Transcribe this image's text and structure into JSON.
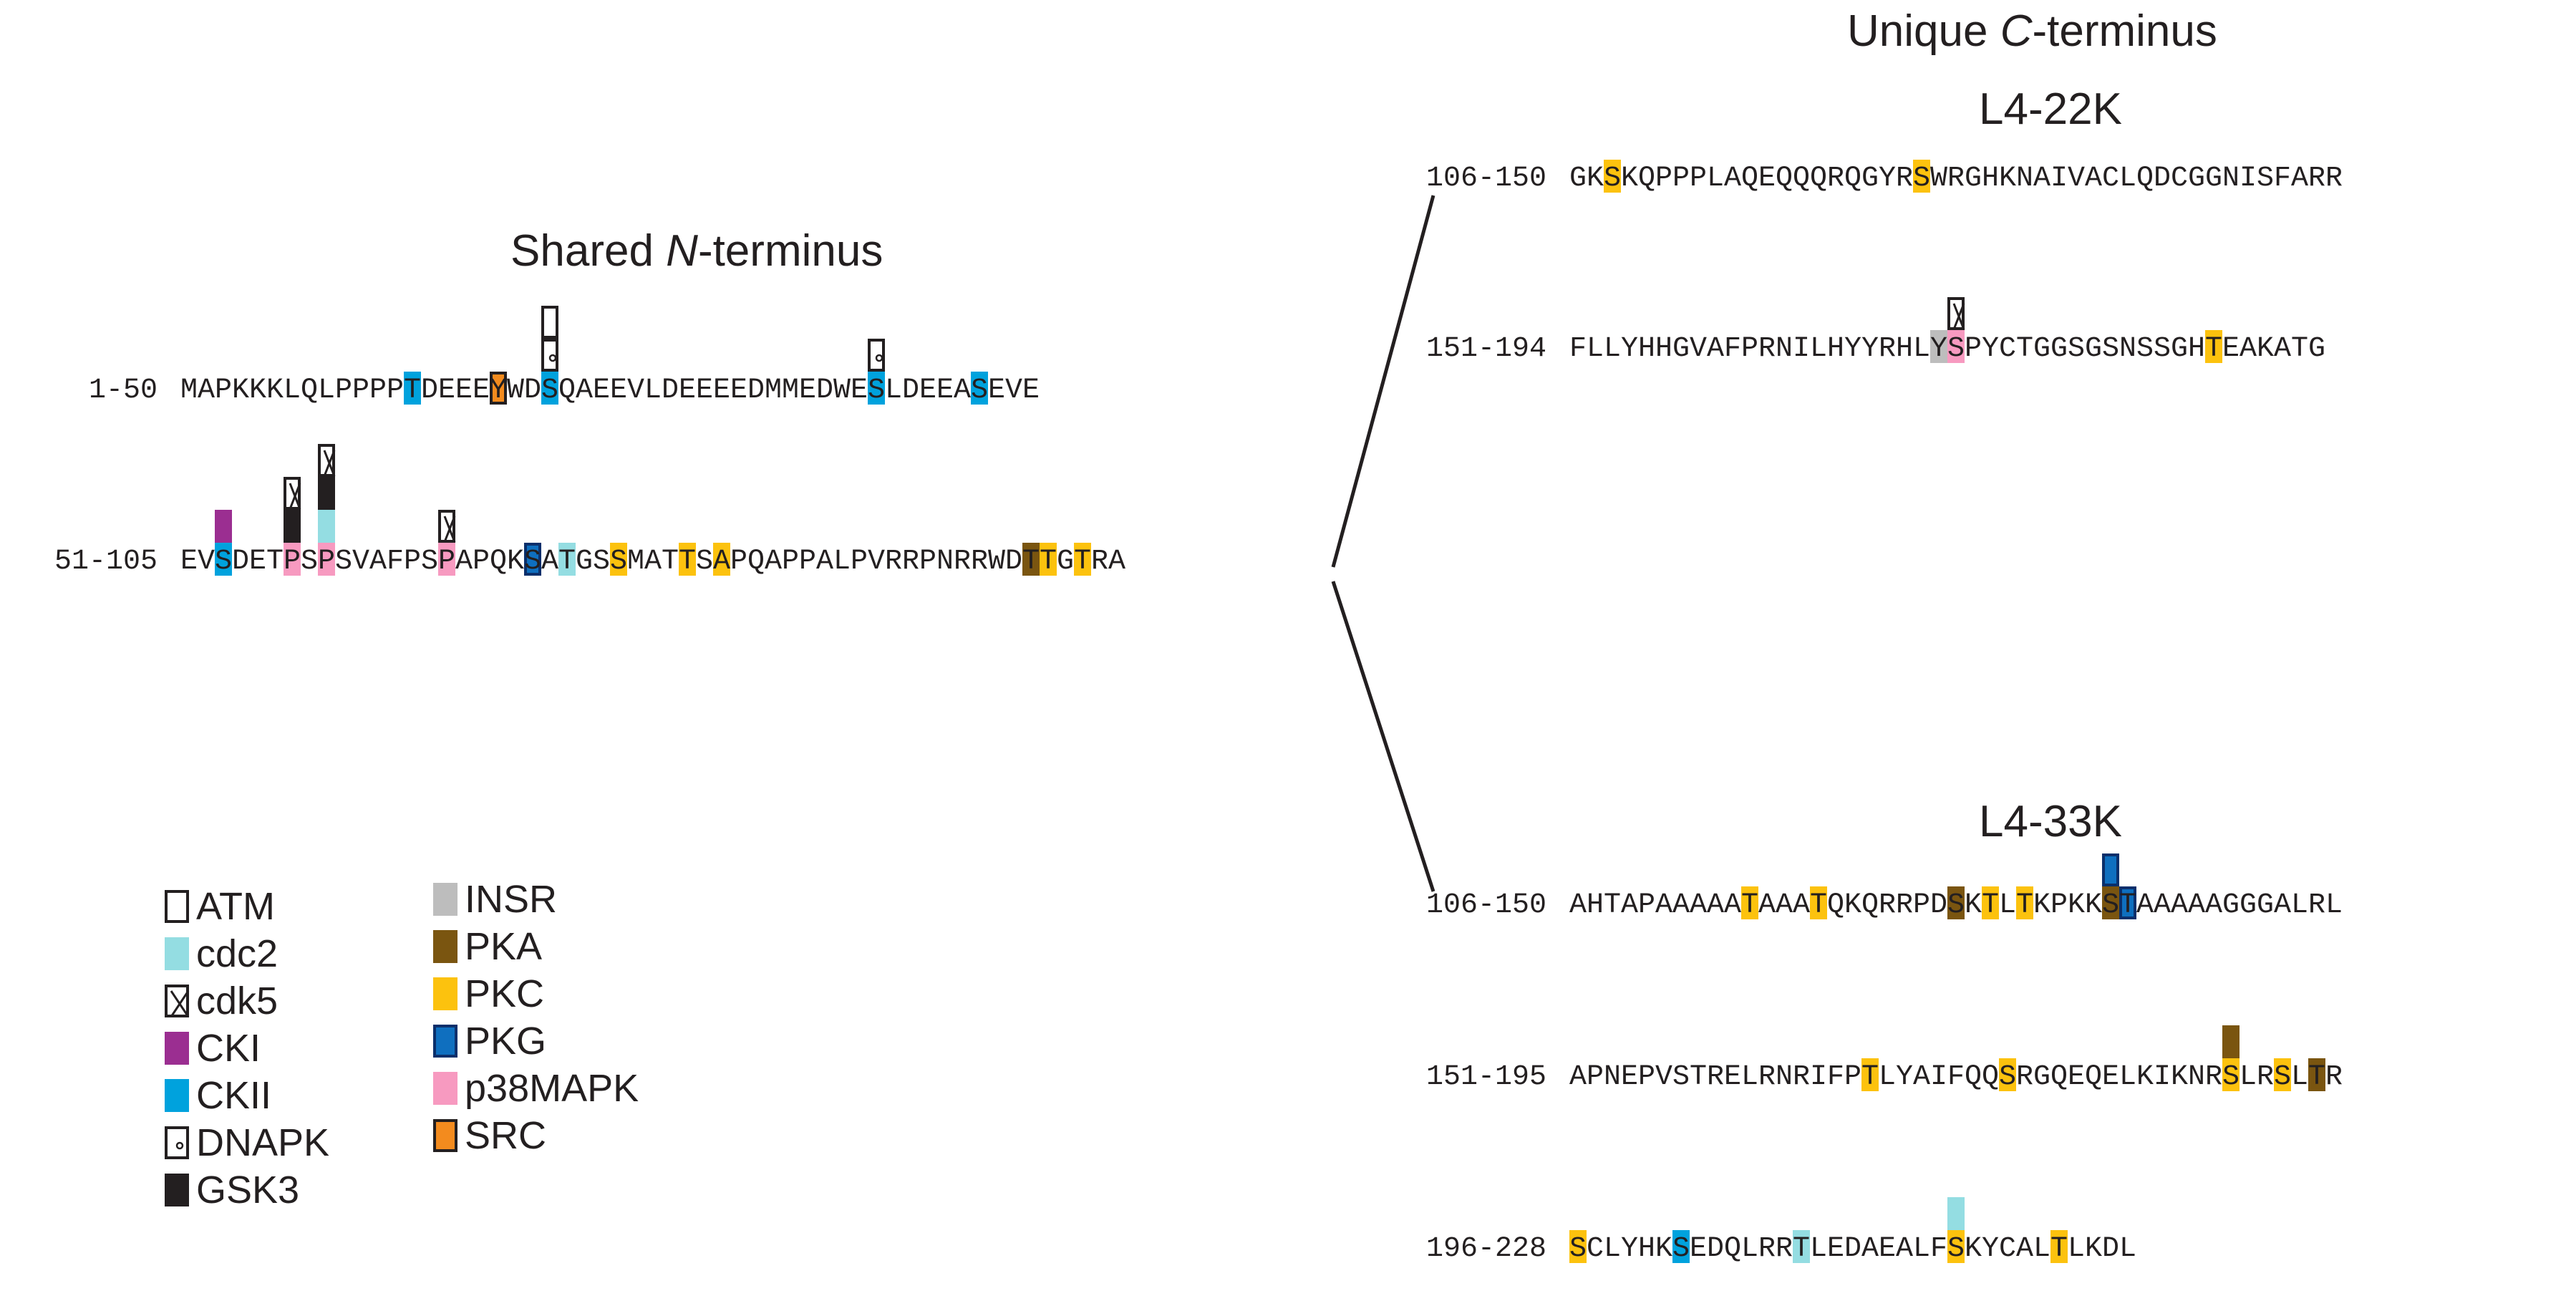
{
  "headings": {
    "shared_prefix": "Shared ",
    "shared_italic": "N",
    "shared_suffix": "-terminus",
    "unique_prefix": "Unique ",
    "unique_italic": "C",
    "unique_suffix": "-terminus",
    "l4_22k": "L4-22K",
    "l4_33k": "L4-33K"
  },
  "colors": {
    "ATM": "#ffffff",
    "cdc2": "#94dde2",
    "cdk5": "#ffffff",
    "CKI": "#9b2e91",
    "CKII": "#00a2dd",
    "DNAPK": "#ffffff",
    "GSK3": "#231f20",
    "INSR": "#bdbdbd",
    "PKA": "#7a5510",
    "PKC": "#fcc20e",
    "PKG": "#0f6fbf",
    "p38MAPK": "#f79ac0",
    "SRC": "#f38b1e"
  },
  "legend": [
    {
      "key": "ATM",
      "label": "ATM",
      "icon": "empty-box"
    },
    {
      "key": "cdc2",
      "label": "cdc2",
      "icon": "filled-box"
    },
    {
      "key": "cdk5",
      "label": "cdk5",
      "icon": "x-box"
    },
    {
      "key": "CKI",
      "label": "CKI",
      "icon": "filled-box"
    },
    {
      "key": "CKII",
      "label": "CKII",
      "icon": "filled-box"
    },
    {
      "key": "DNAPK",
      "label": "DNAPK",
      "icon": "dot-box"
    },
    {
      "key": "GSK3",
      "label": "GSK3",
      "icon": "filled-box"
    },
    {
      "key": "INSR",
      "label": "INSR",
      "icon": "filled-box"
    },
    {
      "key": "PKA",
      "label": "PKA",
      "icon": "filled-box"
    },
    {
      "key": "PKC",
      "label": "PKC",
      "icon": "filled-box"
    },
    {
      "key": "PKG",
      "label": "PKG",
      "icon": "outlined-filled-box"
    },
    {
      "key": "p38MAPK",
      "label": "p38MAPK",
      "icon": "filled-box"
    },
    {
      "key": "SRC",
      "label": "SRC",
      "icon": "outlined-filled-box"
    }
  ],
  "sequences": [
    {
      "id": "shared-1-50",
      "range": "1-50",
      "residues": "MAPKKKLQLPPPPTDEEEYWDSQAEEVLDEEEEDMMEDWESLDEEASEVE",
      "sites": [
        {
          "i": 13,
          "kinases": [
            "CKII"
          ]
        },
        {
          "i": 18,
          "kinases": [
            "SRC"
          ]
        },
        {
          "i": 21,
          "kinases": [
            "CKII",
            "DNAPK",
            "ATM"
          ]
        },
        {
          "i": 40,
          "kinases": [
            "CKII",
            "DNAPK"
          ]
        },
        {
          "i": 46,
          "kinases": [
            "CKII"
          ]
        }
      ]
    },
    {
      "id": "shared-51-105",
      "range": "51-105",
      "residues": "EVSDETPSPSVAFPSPAPQKSATGSSMATTSAPQAPPALPVRRPNRRWDTTGTRA",
      "sites": [
        {
          "i": 2,
          "kinases": [
            "CKII",
            "CKI"
          ]
        },
        {
          "i": 6,
          "kinases": [
            "p38MAPK",
            "GSK3",
            "cdk5"
          ]
        },
        {
          "i": 8,
          "kinases": [
            "p38MAPK",
            "cdc2",
            "GSK3",
            "cdk5"
          ]
        },
        {
          "i": 15,
          "kinases": [
            "p38MAPK",
            "cdk5"
          ]
        },
        {
          "i": 20,
          "kinases": [
            "PKG"
          ]
        },
        {
          "i": 22,
          "kinases": [
            "cdc2"
          ]
        },
        {
          "i": 25,
          "kinases": [
            "PKC"
          ]
        },
        {
          "i": 29,
          "kinases": [
            "PKC"
          ]
        },
        {
          "i": 31,
          "kinases": [
            "PKC"
          ]
        },
        {
          "i": 49,
          "kinases": [
            "PKA"
          ]
        },
        {
          "i": 50,
          "kinases": [
            "PKC"
          ]
        },
        {
          "i": 52,
          "kinases": [
            "PKC"
          ]
        }
      ]
    },
    {
      "id": "l4-22k-106-150",
      "range": "106-150",
      "residues": "GKSKQPPPLAQEQQQRQGYRSWRGHKNAIVACLQDCGGNISFARR",
      "sites": [
        {
          "i": 2,
          "kinases": [
            "PKC"
          ]
        },
        {
          "i": 20,
          "kinases": [
            "PKC"
          ]
        }
      ]
    },
    {
      "id": "l4-22k-151-194",
      "range": "151-194",
      "residues": "FLLYHHGVAFPRNILHYYRHLYSPYCTGGSGSNSSGHTEAKATG",
      "sites": [
        {
          "i": 21,
          "kinases": [
            "INSR"
          ]
        },
        {
          "i": 22,
          "kinases": [
            "p38MAPK",
            "cdk5"
          ]
        },
        {
          "i": 37,
          "kinases": [
            "PKC"
          ]
        }
      ]
    },
    {
      "id": "l4-33k-106-150",
      "range": "106-150",
      "residues": "AHTAPAAAAATAAATQKQRRPDSKTLTKPKKSTAAAAAGGGALRL",
      "sites": [
        {
          "i": 10,
          "kinases": [
            "PKC"
          ]
        },
        {
          "i": 14,
          "kinases": [
            "PKC"
          ]
        },
        {
          "i": 22,
          "kinases": [
            "PKA"
          ]
        },
        {
          "i": 24,
          "kinases": [
            "PKC"
          ]
        },
        {
          "i": 26,
          "kinases": [
            "PKC"
          ]
        },
        {
          "i": 31,
          "kinases": [
            "PKA",
            "PKG"
          ]
        },
        {
          "i": 32,
          "kinases": [
            "PKG"
          ]
        }
      ]
    },
    {
      "id": "l4-33k-151-195",
      "range": "151-195",
      "residues": "APNEPVSTRELRNRIFPTLYAIFQQSRGQEQELKIKNRSLRSLTR",
      "sites": [
        {
          "i": 17,
          "kinases": [
            "PKC"
          ]
        },
        {
          "i": 25,
          "kinases": [
            "PKC"
          ]
        },
        {
          "i": 38,
          "kinases": [
            "PKC",
            "PKA"
          ]
        },
        {
          "i": 41,
          "kinases": [
            "PKC"
          ]
        },
        {
          "i": 43,
          "kinases": [
            "PKA"
          ]
        }
      ]
    },
    {
      "id": "l4-33k-196-228",
      "range": "196-228",
      "residues": "SCLYHKSEDQLRRTLEDAEALFSKYCALTLKDL",
      "sites": [
        {
          "i": 0,
          "kinases": [
            "PKC"
          ]
        },
        {
          "i": 6,
          "kinases": [
            "CKII"
          ]
        },
        {
          "i": 13,
          "kinases": [
            "cdc2"
          ]
        },
        {
          "i": 22,
          "kinases": [
            "PKC",
            "cdc2"
          ]
        },
        {
          "i": 28,
          "kinases": [
            "PKC"
          ]
        }
      ]
    }
  ]
}
